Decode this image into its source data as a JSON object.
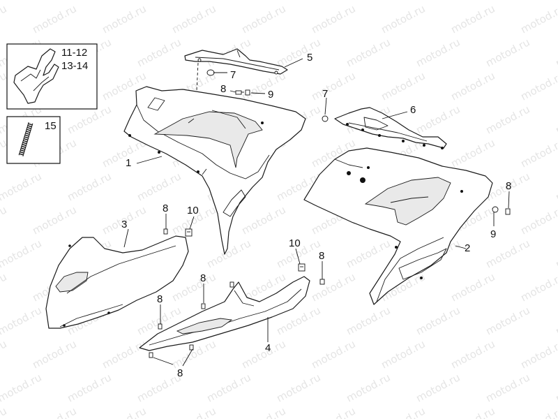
{
  "watermark": {
    "text": "motod.ru"
  },
  "inset_boxes": {
    "bracket_box": {
      "line1": "11-12",
      "line2": "13-14"
    },
    "spring_box": {
      "label": "15"
    }
  },
  "parts": {
    "p1": "1",
    "p2": "2",
    "p3": "3",
    "p4": "4",
    "p5": "5",
    "p6": "6",
    "p7a": "7",
    "p7b": "7",
    "p8a": "8",
    "p8b": "8",
    "p8c": "8",
    "p8d": "8",
    "p8e": "8",
    "p8f": "8",
    "p8g": "8",
    "p9a": "9",
    "p9b": "9",
    "p10a": "10",
    "p10b": "10"
  }
}
